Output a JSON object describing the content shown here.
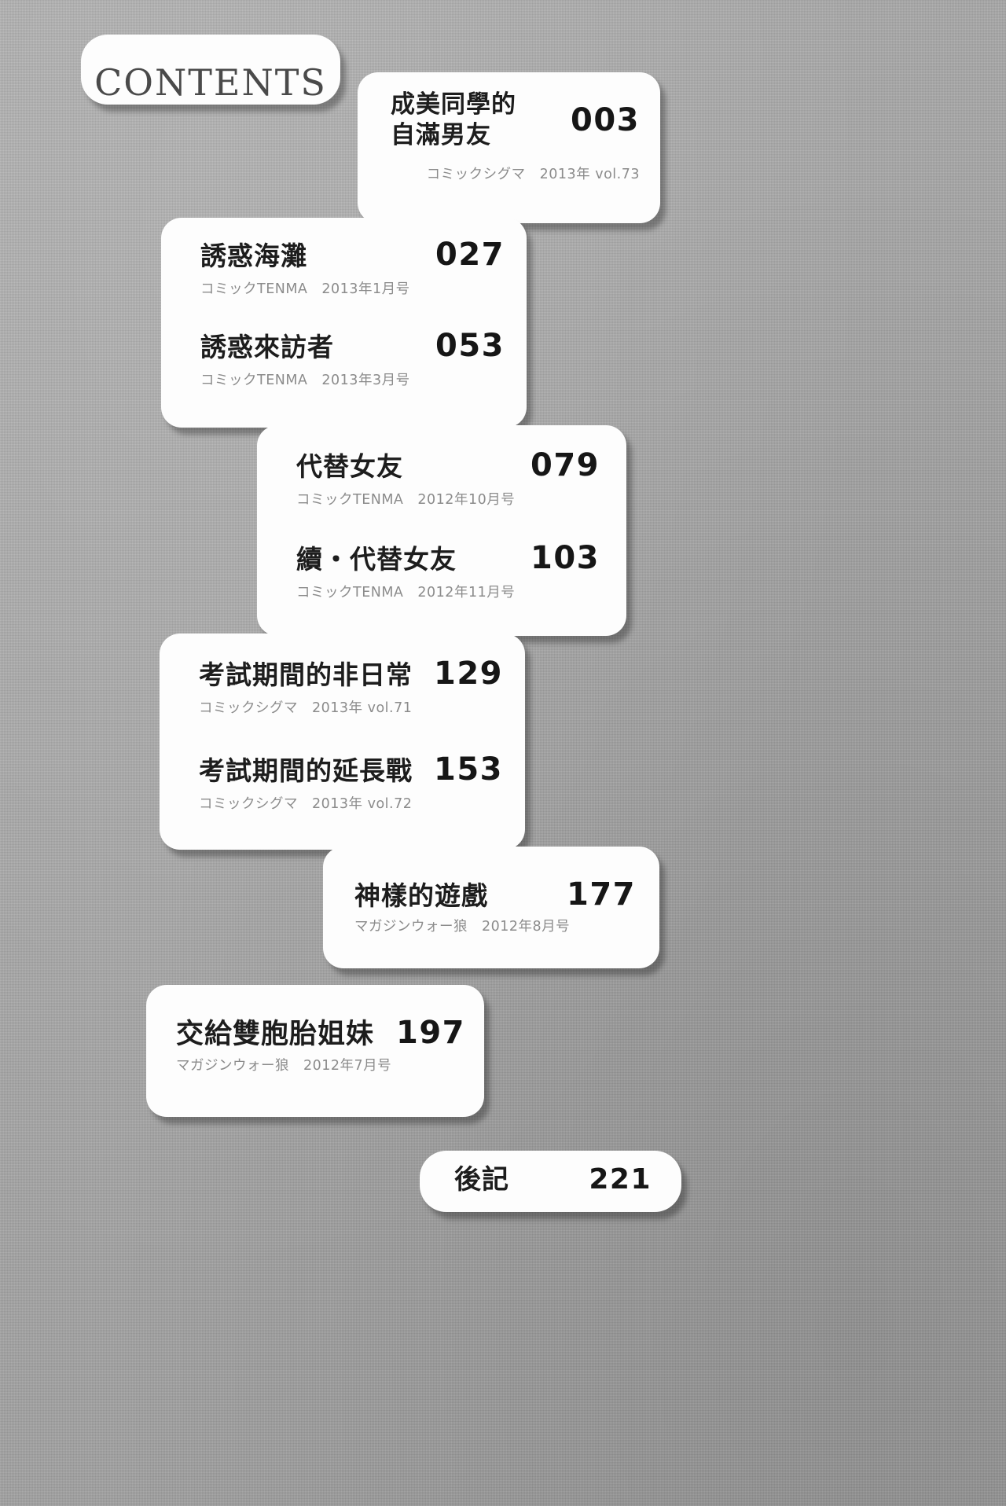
{
  "page": {
    "heading": "CONTENTS",
    "background_color": "#a8a8a8",
    "card_color": "#fdfdfd",
    "title_text_color": "#1d1d1d",
    "source_text_color": "#8b8b8b"
  },
  "entries": [
    {
      "title": "成美同學的\n自滿男友",
      "page": "003",
      "source": "コミックシグマ　2013年 vol.73"
    },
    {
      "title": "誘惑海灘",
      "page": "027",
      "source": "コミックTENMA　2013年1月号"
    },
    {
      "title": "誘惑來訪者",
      "page": "053",
      "source": "コミックTENMA　2013年3月号"
    },
    {
      "title": "代替女友",
      "page": "079",
      "source": "コミックTENMA　2012年10月号"
    },
    {
      "title": "續・代替女友",
      "page": "103",
      "source": "コミックTENMA　2012年11月号"
    },
    {
      "title": "考試期間的非日常",
      "page": "129",
      "source": "コミックシグマ　2013年 vol.71"
    },
    {
      "title": "考試期間的延長戰",
      "page": "153",
      "source": "コミックシグマ　2013年 vol.72"
    },
    {
      "title": "神樣的遊戲",
      "page": "177",
      "source": "マガジンウォー狼　2012年8月号"
    },
    {
      "title": "交給雙胞胎姐妹",
      "page": "197",
      "source": "マガジンウォー狼　2012年7月号"
    },
    {
      "title": "後記",
      "page": "221",
      "source": ""
    }
  ]
}
